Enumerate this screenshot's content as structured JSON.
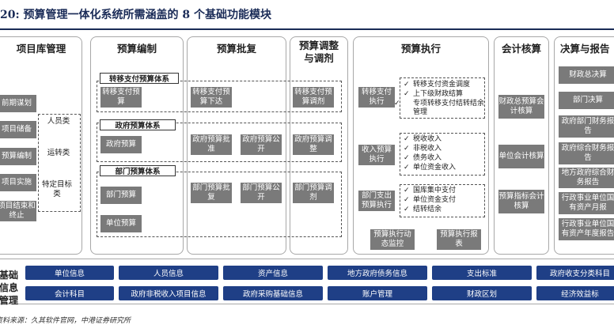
{
  "title": "20: 预算管理一体化系统所需涵盖的 8 个基础功能模块",
  "columns": {
    "project_library": {
      "header": "项目库管理",
      "items": [
        "前期谋划",
        "项目储备",
        "预算编制",
        "项目实施",
        "项目结束和终止"
      ],
      "categories": [
        "人员类",
        "运转类",
        "特定目标类"
      ]
    },
    "budget_prep": {
      "header": "预算编制"
    },
    "budget_approval": {
      "header": "预算批复"
    },
    "budget_adjust": {
      "header": "预算调整与调剂"
    },
    "budget_exec": {
      "header": "预算执行"
    },
    "accounting": {
      "header": "会计核算"
    },
    "final_report": {
      "header": "决算与报告"
    }
  },
  "systems": {
    "transfer": {
      "title": "转移支付预算体系",
      "prep": "转移支付预算",
      "approval": "转移支付预算下达",
      "adjust": "转移支付预算调剂"
    },
    "government": {
      "title": "政府预算体系",
      "prep": "政府预算",
      "approval1": "政府预算批准",
      "approval2": "政府预算公开",
      "adjust": "政府预算调整"
    },
    "department": {
      "title": "部门预算体系",
      "prep1": "部门预算",
      "prep2": "单位预算",
      "approval1": "部门预算批复",
      "approval2": "部门预算公开",
      "adjust": "部门预算调剂"
    }
  },
  "execution": {
    "transfer_exec": "转移支付执行",
    "transfer_items": [
      "转移支付资金调度",
      "上下级财政结算",
      "专项转移支付结转结余管理"
    ],
    "income_exec": "收入预算执行",
    "income_items": [
      "税收收入",
      "非税收入",
      "债务收入",
      "单位资金收入"
    ],
    "expense_exec": "部门支出预算执行",
    "expense_items": [
      "国库集中支付",
      "单位资金支付",
      "结转结余"
    ],
    "monitor": "预算执行动态监控",
    "report": "预算执行报表"
  },
  "accounting": {
    "items": [
      "财政总预算会计核算",
      "单位会计核算",
      "预算指标会计核算"
    ]
  },
  "final_report": {
    "items": [
      "财政总决算",
      "部门决算",
      "政府部门财务报告",
      "政府综合财务报告",
      "地方政府综合财务报告",
      "行政事业单位国有资产月报",
      "行政事业单位国有资产年度报告"
    ]
  },
  "basic_info": {
    "label": "基础信息管理",
    "row1": [
      "单位信息",
      "人员信息",
      "资产信息",
      "地方政府债务信息",
      "支出标准",
      "政府收支分类科目"
    ],
    "row2": [
      "会计科目",
      "政府非税收入项目信息",
      "政府采购基础信息",
      "账户管理",
      "财政区划",
      "经济效益标"
    ]
  },
  "source": "资料来源：久其软件官网，中港证券研究所",
  "colors": {
    "box_gray": "#7a7a7a",
    "bar_blue": "#1f3f86",
    "title_navy": "#1a2b57"
  }
}
